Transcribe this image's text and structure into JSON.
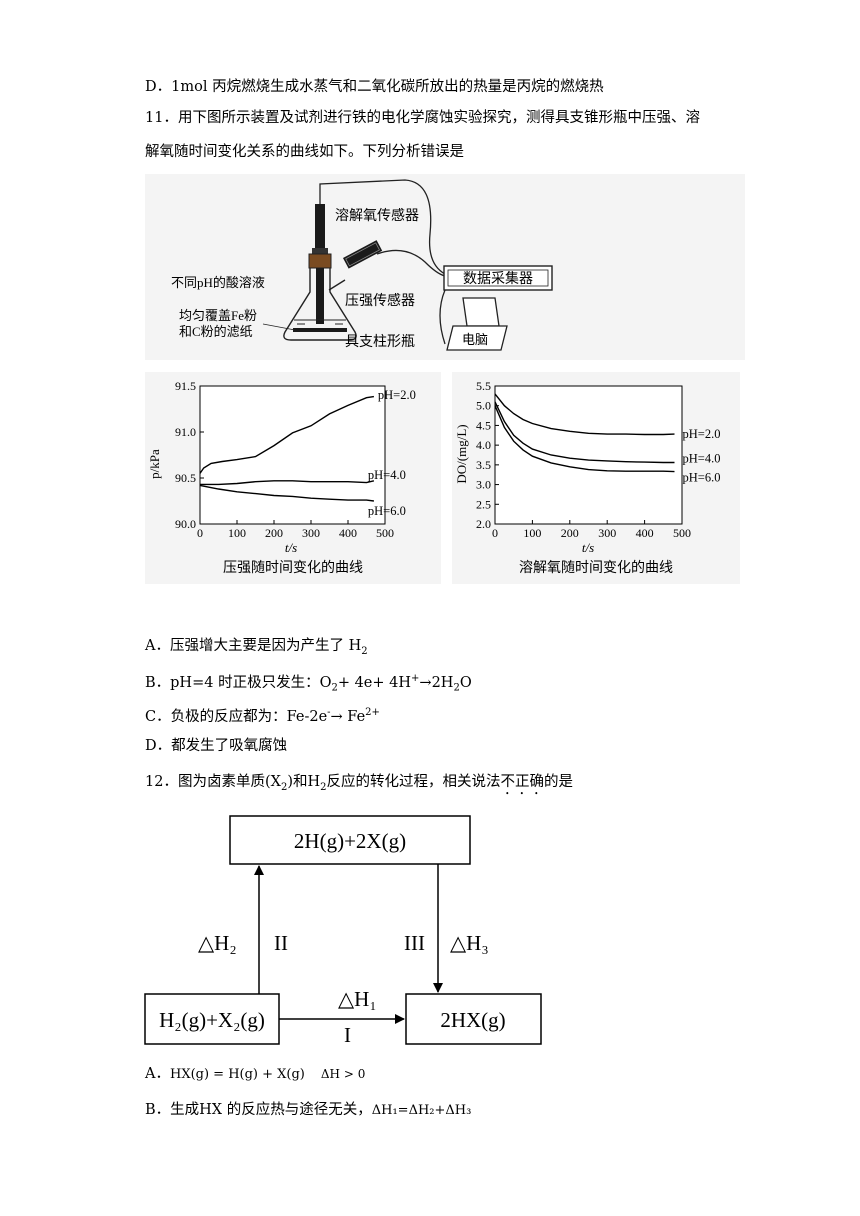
{
  "q10": {
    "optD": "D．1mol 丙烷燃烧生成水蒸气和二氧化碳所放出的热量是丙烷的燃烧热"
  },
  "q11": {
    "stem1": "11．用下图所示装置及试剂进行铁的电化学腐蚀实验探究，测得具支锥形瓶中压强、溶",
    "stem2": "解氧随时间变化关系的曲线如下。下列分析错误是",
    "apparatus": {
      "do_sensor": "溶解氧传感器",
      "acid": "不同pH的酸溶液",
      "filter1": "均匀覆盖Fe粉",
      "filter2": "和C粉的滤纸",
      "pressure_sensor": "压强传感器",
      "collector": "数据采集器",
      "flask": "具支柱形瓶",
      "computer": "电脑"
    },
    "optA": {
      "pre": "A．压强增大主要是因为产生了 H",
      "sub": "2"
    },
    "optB": {
      "p1": "B．pH=4 时正极只发生：O",
      "s1": "2",
      "p2": "+ 4e+ 4H",
      "s2": "+",
      "p3": "→2H",
      "s3": "2",
      "p4": "O"
    },
    "optC": {
      "p1": "C．负极的反应都为：Fe-2e",
      "s1": "-",
      "p2": "→ Fe",
      "s2": "2+"
    },
    "optD": "D．都发生了吸氧腐蚀"
  },
  "q12": {
    "stem": {
      "p1": "12．图为卤素单质(",
      "x": "X",
      "xs": "2",
      "p2": ")和",
      "h": "H",
      "hs": "2",
      "p3": "反应的转化过程，相关说法",
      "emph": "不正确",
      "p4": "的是"
    },
    "diagram": {
      "top_box": "2H(g)+2X(g)",
      "left_box": "H₂(g)+X₂(g)",
      "right_box": "2HX(g)",
      "dh1": "△H₁",
      "dh2": "△H₂",
      "dh3": "△H₃",
      "path1": "I",
      "path2": "II",
      "path3": "III"
    },
    "optA": {
      "label": "A．",
      "eq": "HX(g) = H(g) + X(g)",
      "cond": "ΔH > 0"
    },
    "optB": {
      "p1": "B．生成HX 的反应热与途径无关，",
      "eq": "ΔH₁=ΔH₂+ΔH₃"
    }
  },
  "chart_data": [
    {
      "type": "line",
      "title": "压强随时间变化的曲线",
      "xlabel": "t/s",
      "ylabel": "p/kPa",
      "xlim": [
        0,
        500
      ],
      "ylim": [
        90.0,
        91.5
      ],
      "xticks": [
        0,
        100,
        200,
        300,
        400,
        500
      ],
      "yticks": [
        90.0,
        90.5,
        91.0,
        91.5
      ],
      "series": [
        {
          "name": "pH=2.0",
          "x": [
            0,
            10,
            30,
            60,
            100,
            150,
            200,
            250,
            300,
            350,
            400,
            450,
            470
          ],
          "y": [
            90.55,
            90.62,
            90.67,
            90.68,
            90.69,
            90.72,
            90.85,
            91.0,
            91.08,
            91.2,
            91.28,
            91.36,
            91.38
          ]
        },
        {
          "name": "pH=4.0",
          "x": [
            0,
            50,
            100,
            150,
            200,
            250,
            300,
            350,
            400,
            450,
            470
          ],
          "y": [
            90.43,
            90.43,
            90.44,
            90.46,
            90.47,
            90.47,
            90.46,
            90.46,
            90.46,
            90.45,
            90.47
          ]
        },
        {
          "name": "pH=6.0",
          "x": [
            0,
            50,
            100,
            150,
            200,
            250,
            300,
            350,
            400,
            450,
            470
          ],
          "y": [
            90.42,
            90.38,
            90.35,
            90.33,
            90.31,
            90.3,
            90.28,
            90.27,
            90.26,
            90.26,
            90.25
          ]
        }
      ],
      "legend": "line-end labels"
    },
    {
      "type": "line",
      "title": "溶解氧随时间变化的曲线",
      "xlabel": "t/s",
      "ylabel": "DO/(mg/L)",
      "xlim": [
        0,
        500
      ],
      "ylim": [
        2.0,
        5.5
      ],
      "xticks": [
        0,
        100,
        200,
        300,
        400,
        500
      ],
      "yticks": [
        2.0,
        2.5,
        3.0,
        3.5,
        4.0,
        4.5,
        5.0,
        5.5
      ],
      "series": [
        {
          "name": "pH=2.0",
          "x": [
            0,
            25,
            50,
            75,
            100,
            150,
            200,
            250,
            300,
            350,
            400,
            450,
            480
          ],
          "y": [
            5.3,
            5.0,
            4.8,
            4.65,
            4.55,
            4.42,
            4.35,
            4.3,
            4.28,
            4.28,
            4.27,
            4.27,
            4.28
          ]
        },
        {
          "name": "pH=4.0",
          "x": [
            0,
            25,
            50,
            75,
            100,
            150,
            200,
            250,
            300,
            350,
            400,
            450,
            480
          ],
          "y": [
            5.1,
            4.6,
            4.25,
            4.05,
            3.9,
            3.75,
            3.67,
            3.62,
            3.6,
            3.58,
            3.57,
            3.56,
            3.56
          ]
        },
        {
          "name": "pH=6.0",
          "x": [
            0,
            25,
            50,
            75,
            100,
            150,
            200,
            250,
            300,
            350,
            400,
            450,
            480
          ],
          "y": [
            5.0,
            4.45,
            4.1,
            3.88,
            3.72,
            3.55,
            3.45,
            3.38,
            3.35,
            3.34,
            3.34,
            3.34,
            3.33
          ]
        }
      ],
      "legend": "line-end labels"
    }
  ]
}
